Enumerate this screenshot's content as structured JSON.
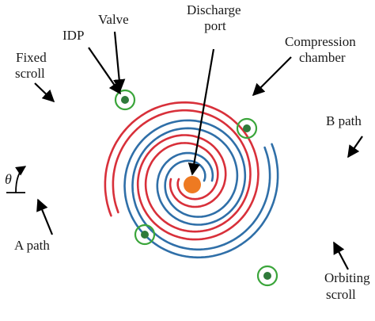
{
  "labels": {
    "idp": "IDP",
    "valve": "Valve",
    "discharge_port_line1": "Discharge",
    "discharge_port_line2": "port",
    "compression_line1": "Compression",
    "compression_line2": "chamber",
    "fixed_line1": "Fixed",
    "fixed_line2": "scroll",
    "b_path": "B path",
    "a_path": "A path",
    "orbiting_line1": "Orbiting",
    "orbiting_line2": "scroll",
    "theta": "θ"
  },
  "colors": {
    "fixed_scroll": "#d8303a",
    "orbiting_scroll": "#2f6fa8",
    "valve_ring": "#3aa53a",
    "valve_dot": "#2f7a3a",
    "discharge_port": "#ee7a22",
    "arrow": "#000000"
  }
}
